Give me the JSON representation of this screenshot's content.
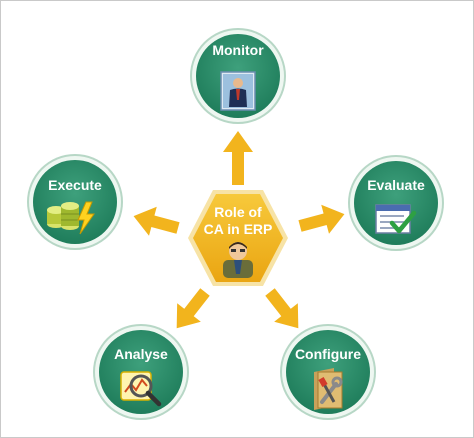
{
  "center": {
    "line1": "Role of",
    "line2": "CA in ERP",
    "icon": "person-icon"
  },
  "nodes": {
    "monitor": {
      "label": "Monitor",
      "icon": "businessman-monitor-icon"
    },
    "evaluate": {
      "label": "Evaluate",
      "icon": "checklist-icon"
    },
    "execute": {
      "label": "Execute",
      "icon": "database-lightning-icon"
    },
    "analyse": {
      "label": "Analyse",
      "icon": "magnifier-chart-icon"
    },
    "configure": {
      "label": "Configure",
      "icon": "folder-tools-icon"
    }
  },
  "colors": {
    "node_fill": "#2b8c6a",
    "node_ring": "#dff1e8",
    "node_border": "#b7d7c6",
    "hexagon": "#f0b51c",
    "arrow": "#f2b41d",
    "label": "#ffffff"
  }
}
